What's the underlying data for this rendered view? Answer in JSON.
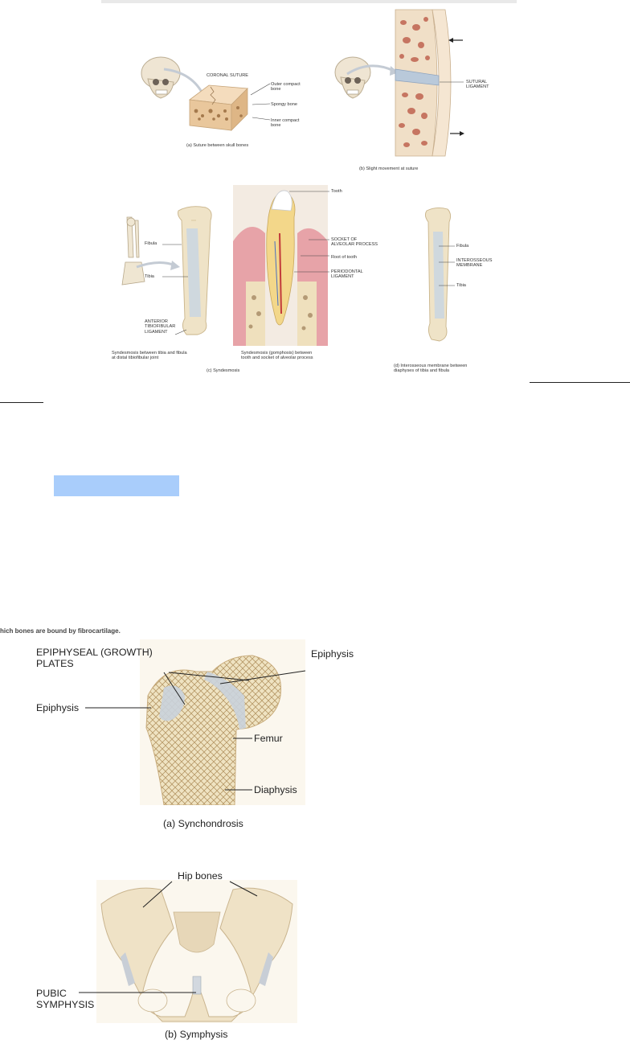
{
  "figure1": {
    "a_labels": {
      "coronal_suture": "CORONAL SUTURE",
      "outer_compact": "Outer compact\nbone",
      "spongy": "Spongy bone",
      "inner_compact": "Inner compact\nbone"
    },
    "a_caption": "(a) Suture between skull bones",
    "b_labels": {
      "sutural_ligament": "SUTURAL\nLIGAMENT"
    },
    "b_caption": "(b) Slight movement at suture",
    "c_labels": {
      "fibula": "Fibula",
      "tibia": "Tibia",
      "anterior_ligament": "ANTERIOR\nTIBIOFIBULAR\nLIGAMENT"
    },
    "c_caption_left": "Syndesmosis between tibia and fibula\nat distal tibiofibular joint",
    "c_caption": "(c) Syndesmosis",
    "g_labels": {
      "tooth": "Tooth",
      "socket": "SOCKET OF\nALVEOLAR PROCESS",
      "root": "Root of tooth",
      "periodontal": "PERIODONTAL\nLIGAMENT"
    },
    "g_caption": "Syndesmosis (gomphosis) between\ntooth and socket of alveolar process",
    "d_labels": {
      "fibula": "Fibula",
      "interosseous": "INTEROSSEOUS\nMEMBRANE",
      "tibia": "Tibia"
    },
    "d_caption": "(d) Interosseous membrane between\ndiaphyses of tibia and fibula"
  },
  "cut_text": "hich bones are bound by fibrocartilage.",
  "figure2": {
    "labels": {
      "plates": "EPIPHYSEAL (GROWTH)\nPLATES",
      "epiphysis_right": "Epiphysis",
      "epiphysis_left": "Epiphysis",
      "femur": "Femur",
      "diaphysis": "Diaphysis"
    },
    "caption": "(a) Synchondrosis"
  },
  "figure3": {
    "labels": {
      "hip_bones": "Hip bones",
      "pubic": "PUBIC\nSYMPHYSIS"
    },
    "caption": "(b) Symphysis"
  },
  "colors": {
    "bone": "#f1e3c2",
    "bone_shadow": "#d9c49a",
    "highlight": "#a9cdfb",
    "gum": "#e7a3a8",
    "ligament": "#b9c9da"
  }
}
